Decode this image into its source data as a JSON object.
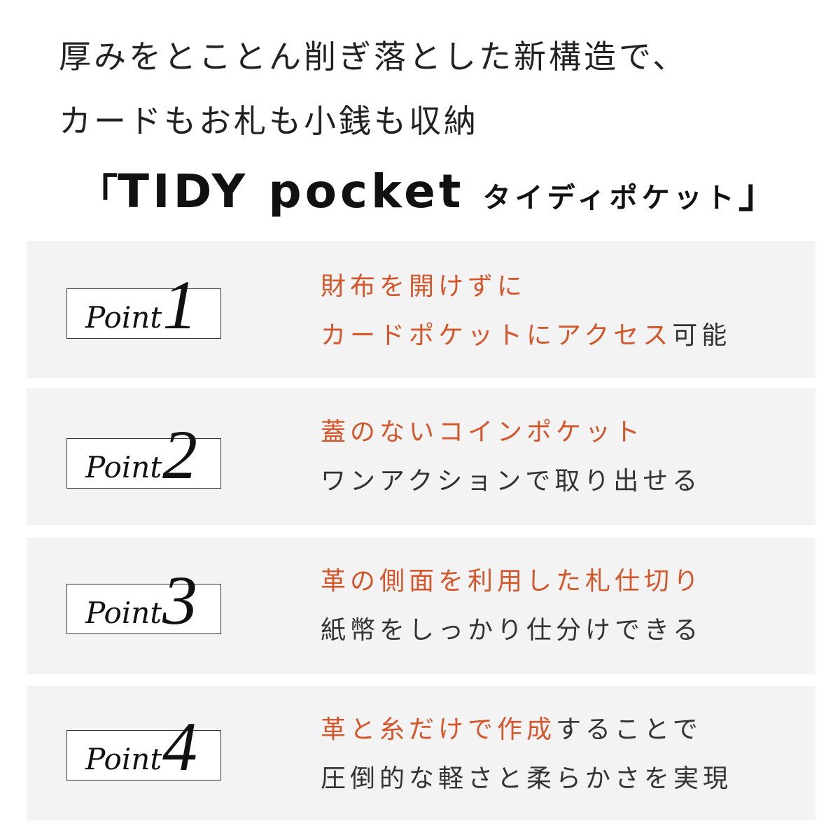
{
  "headline": {
    "line1": "厚みをとことん削ぎ落とした新構造で、",
    "line2": "カードもお札も小銭も収納"
  },
  "brand": {
    "bracket_open": "「",
    "name_en": "TIDY pocket",
    "name_kana": "タイディポケット",
    "bracket_close": "」"
  },
  "points": [
    {
      "word": "Point",
      "number": "1",
      "line1_accent": "財布を開けずに",
      "line2_accent": "カードポケットにアクセス",
      "line2_plain": "可能"
    },
    {
      "word": "Point",
      "number": "2",
      "line1_accent": "蓋のないコインポケット",
      "line2_plain": "ワンアクションで取り出せる"
    },
    {
      "word": "Point",
      "number": "3",
      "line1_accent": "革の側面を利用した札仕切り",
      "line2_plain": "紙幣をしっかり仕分けできる"
    },
    {
      "word": "Point",
      "number": "4",
      "line1_accent": "革と糸だけで作成",
      "line1_plain": "することで",
      "line2_plain": "圧倒的な軽さと柔らかさを実現"
    }
  ],
  "colors": {
    "accent": "#d4562a",
    "card_bg": "#f3f3f3",
    "text": "#333333"
  }
}
